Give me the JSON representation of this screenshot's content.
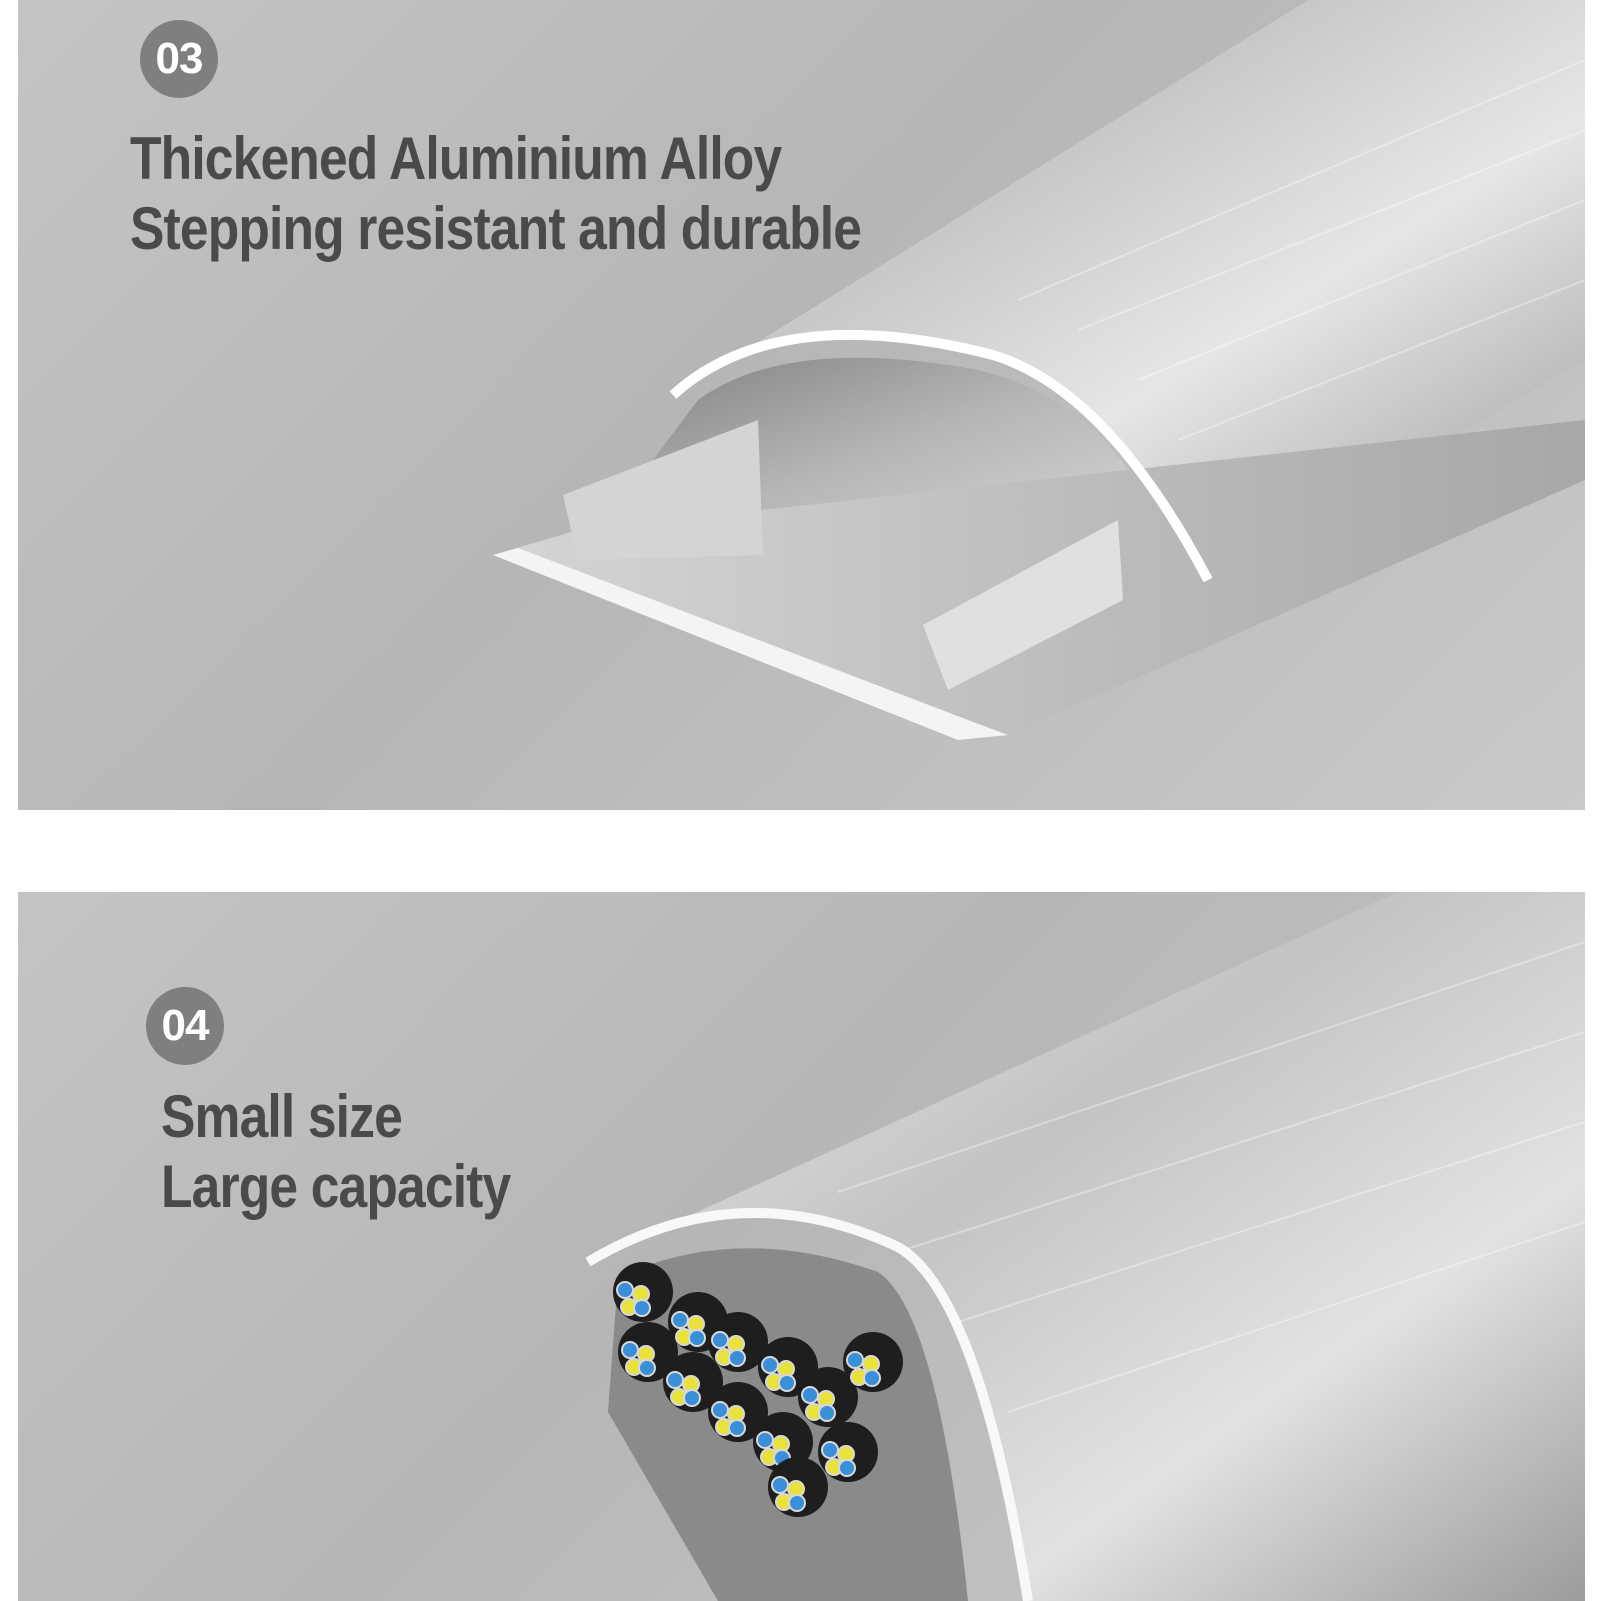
{
  "sections": [
    {
      "number": "03",
      "lines": [
        "Thickened Aluminium Alloy",
        "Stepping resistant and durable"
      ]
    },
    {
      "number": "04",
      "lines": [
        "Small size",
        "Large capacity"
      ]
    }
  ],
  "colors": {
    "background_gray": "#bdbdbd",
    "badge": "#7f7f7f",
    "headline_text": "#4a4a4a",
    "metal_light": "#e4e4e4",
    "metal_dark": "#8e8e8e",
    "cable_jacket": "#1e1e1e",
    "conductor_blue": "#3a8fd8",
    "conductor_yellow": "#e8e23a"
  }
}
